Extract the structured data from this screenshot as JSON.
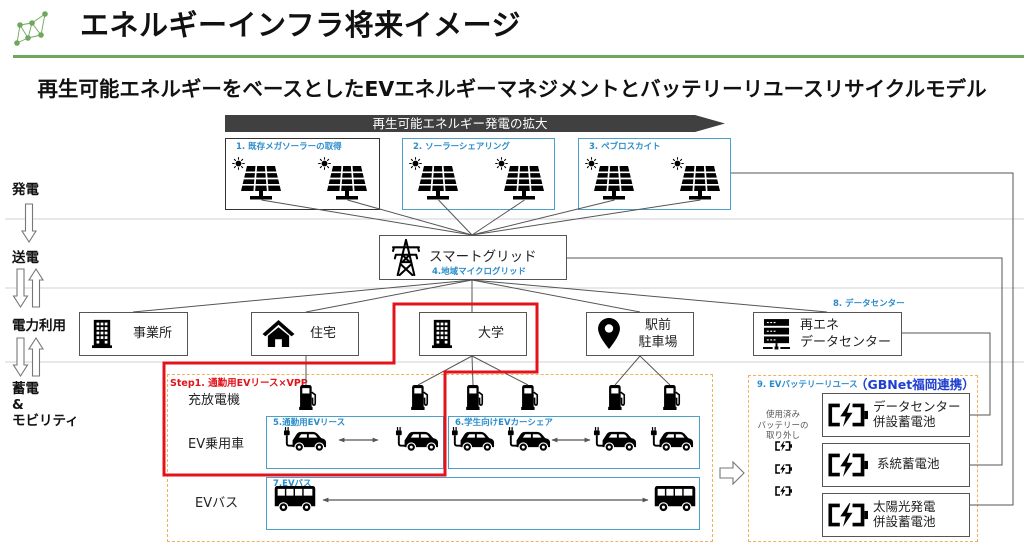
{
  "header": {
    "title": "エネルギーインフラ将来イメージ",
    "subtitle": "再生可能エネルギーをベースとしたEVエネルギーマネジメントとバッテリーリユースリサイクルモデル"
  },
  "colors": {
    "accent_green": "#6fa85c",
    "label_blue": "#2b8ccb",
    "partner_blue": "#1f3fd0",
    "step_red": "#e3131b",
    "dash_orange": "#f2b25c",
    "banner_gray": "#404040",
    "box_blue": "#4aa0c8"
  },
  "stages": [
    {
      "label": "発電"
    },
    {
      "label": "送電"
    },
    {
      "label": "電力利用"
    },
    {
      "label": "蓄電\n&\nモビリティ"
    }
  ],
  "banner": {
    "label": "再生可能エネルギー発電の拡大"
  },
  "generation": [
    {
      "label": "1. 既存メガソーラーの取得",
      "icon": "solar-panel-icon"
    },
    {
      "label": "2. ソーラーシェアリング",
      "icon": "solar-panel-icon"
    },
    {
      "label": "3. ペブロスカイト",
      "icon": "solar-panel-icon"
    }
  ],
  "grid": {
    "label": "スマートグリッド",
    "sublabel": "4.地域マイクログリッド",
    "icon": "transmission-tower-icon"
  },
  "facilities": [
    {
      "label": "事業所",
      "icon": "office-building-icon"
    },
    {
      "label": "住宅",
      "icon": "house-icon"
    },
    {
      "label": "大学",
      "icon": "university-building-icon"
    },
    {
      "label": "駅前\n駐車場",
      "icon": "map-pin-icon"
    },
    {
      "label": "再エネ\nデータセンター",
      "icon": "server-icon",
      "tag": "8. データセンター"
    }
  ],
  "mobility": {
    "step1_label": "Step1. 通勤用EVリース×VPP",
    "row_labels": {
      "chargers": "充放電機",
      "ev_cars": "EV乗用車",
      "ev_bus": "EVバス"
    },
    "programs": [
      {
        "label": "5.通勤用EVリース"
      },
      {
        "label": "6.学生向けEVカーシェア"
      },
      {
        "label": "7.EVバス"
      }
    ]
  },
  "battery_reuse": {
    "title": "9. EVバッテリーリユース",
    "partner": "（GBNet福岡連携）",
    "removal_note": "使用済み\nバッテリーの\n取り外し",
    "batteries": [
      {
        "label": "データセンター\n併設蓄電池"
      },
      {
        "label": "系統蓄電池"
      },
      {
        "label": "太陽光発電\n併設蓄電池"
      }
    ]
  }
}
